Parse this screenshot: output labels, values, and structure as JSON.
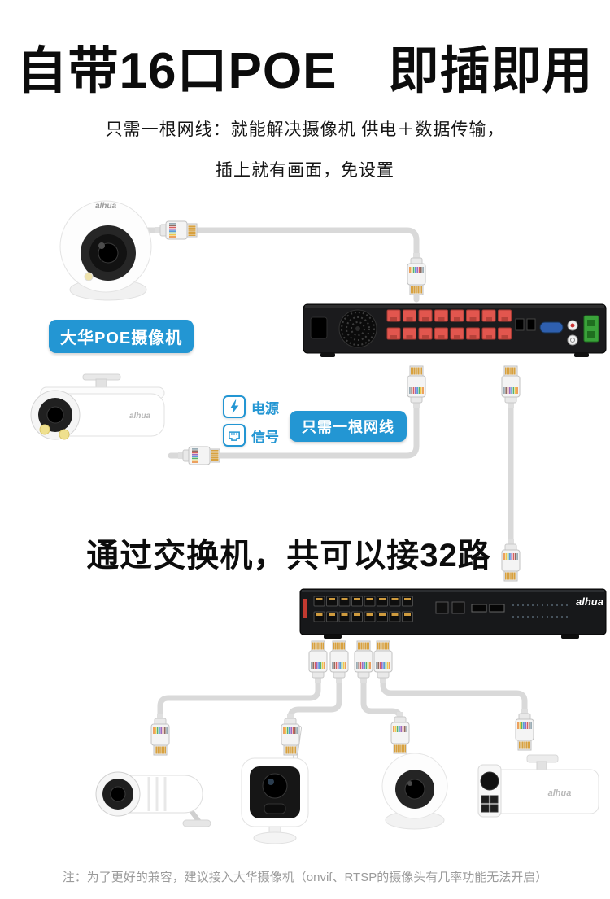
{
  "header": {
    "title": "自带16口POE　即插即用",
    "subtitle_line1": "只需一根网线：就能解决摄像机 供电＋数据传输，",
    "subtitle_line2": "插上就有画面，免设置"
  },
  "badges": {
    "poe_camera": "大华POE摄像机",
    "one_cable": "只需一根网线"
  },
  "legend": {
    "power": "电源",
    "signal": "信号"
  },
  "section_switch": {
    "title": "通过交换机，共可以接32路"
  },
  "brand": {
    "dome": "alhua",
    "bullet": "alhua",
    "switch": "alhua",
    "bullet_right": "alhua"
  },
  "footnote": "注：为了更好的兼容，建议接入大华摄像机（onvif、RTSP的摄像头有几率功能无法开启）",
  "colors": {
    "accent_blue": "#2396d3",
    "cable_gray": "#d9d9d9",
    "poe_port_red": "#e2564e",
    "switch_port_gold": "#cf9b3e",
    "device_black": "#1b1b1d"
  }
}
